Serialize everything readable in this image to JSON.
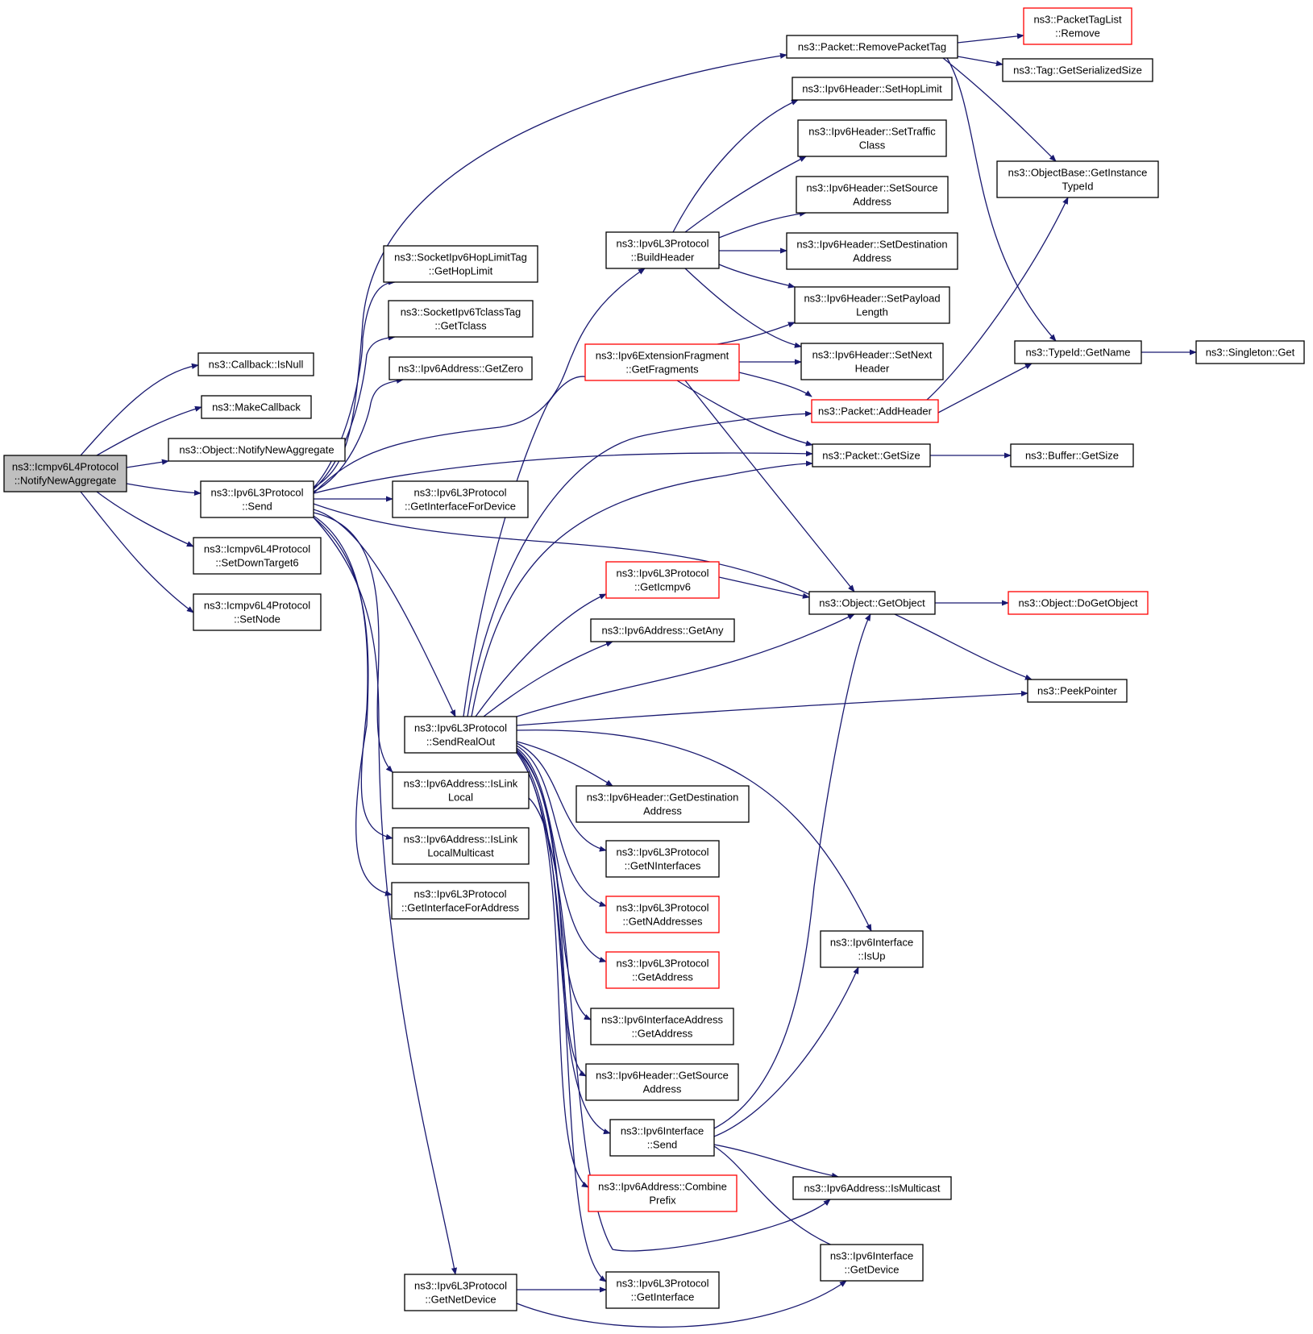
{
  "graph": {
    "colors": {
      "edge": "#191970",
      "box_border": "#000000",
      "truncated_border": "#ff0000",
      "root_fill": "#bfbfbf",
      "background": "#ffffff"
    },
    "nodes": [
      {
        "id": "root",
        "lines": [
          "ns3::Icmpv6L4Protocol",
          "::NotifyNewAggregate"
        ],
        "style": "root"
      },
      {
        "id": "cb_isnull",
        "lines": [
          "ns3::Callback::IsNull"
        ]
      },
      {
        "id": "makecallback",
        "lines": [
          "ns3::MakeCallback"
        ]
      },
      {
        "id": "obj_notify",
        "lines": [
          "ns3::Object::NotifyNewAggregate"
        ]
      },
      {
        "id": "l3_send",
        "lines": [
          "ns3::Ipv6L3Protocol",
          "::Send"
        ]
      },
      {
        "id": "icmp_setdown",
        "lines": [
          "ns3::Icmpv6L4Protocol",
          "::SetDownTarget6"
        ]
      },
      {
        "id": "icmp_setnode",
        "lines": [
          "ns3::Icmpv6L4Protocol",
          "::SetNode"
        ]
      },
      {
        "id": "hoplimittag",
        "lines": [
          "ns3::SocketIpv6HopLimitTag",
          "::GetHopLimit"
        ]
      },
      {
        "id": "tclasstag",
        "lines": [
          "ns3::SocketIpv6TclassTag",
          "::GetTclass"
        ]
      },
      {
        "id": "addr_getzero",
        "lines": [
          "ns3::Ipv6Address::GetZero"
        ]
      },
      {
        "id": "l3_getiffordevice",
        "lines": [
          "ns3::Ipv6L3Protocol",
          "::GetInterfaceForDevice"
        ]
      },
      {
        "id": "l3_sendrealout",
        "lines": [
          "ns3::Ipv6L3Protocol",
          "::SendRealOut"
        ]
      },
      {
        "id": "addr_islinklocal",
        "lines": [
          "ns3::Ipv6Address::IsLink",
          "Local"
        ]
      },
      {
        "id": "addr_islinklocalmc",
        "lines": [
          "ns3::Ipv6Address::IsLink",
          "LocalMulticast"
        ]
      },
      {
        "id": "l3_getifforaddr",
        "lines": [
          "ns3::Ipv6L3Protocol",
          "::GetInterfaceForAddress"
        ]
      },
      {
        "id": "l3_getnetdevice",
        "lines": [
          "ns3::Ipv6L3Protocol",
          "::GetNetDevice"
        ]
      },
      {
        "id": "pkt_removetag",
        "lines": [
          "ns3::Packet::RemovePacketTag"
        ]
      },
      {
        "id": "l3_buildheader",
        "lines": [
          "ns3::Ipv6L3Protocol",
          "::BuildHeader"
        ]
      },
      {
        "id": "extfrag_getfragments",
        "lines": [
          "ns3::Ipv6ExtensionFragment",
          "::GetFragments"
        ],
        "style": "red"
      },
      {
        "id": "l3_geticmpv6",
        "lines": [
          "ns3::Ipv6L3Protocol",
          "::GetIcmpv6"
        ],
        "style": "red"
      },
      {
        "id": "addr_getany",
        "lines": [
          "ns3::Ipv6Address::GetAny"
        ]
      },
      {
        "id": "hdr_getdest",
        "lines": [
          "ns3::Ipv6Header::GetDestination",
          "Address"
        ]
      },
      {
        "id": "l3_getninterfaces",
        "lines": [
          "ns3::Ipv6L3Protocol",
          "::GetNInterfaces"
        ]
      },
      {
        "id": "l3_getnaddresses",
        "lines": [
          "ns3::Ipv6L3Protocol",
          "::GetNAddresses"
        ],
        "style": "red"
      },
      {
        "id": "l3_getaddress",
        "lines": [
          "ns3::Ipv6L3Protocol",
          "::GetAddress"
        ],
        "style": "red"
      },
      {
        "id": "ifaddr_getaddress",
        "lines": [
          "ns3::Ipv6InterfaceAddress",
          "::GetAddress"
        ]
      },
      {
        "id": "hdr_getsource",
        "lines": [
          "ns3::Ipv6Header::GetSource",
          "Address"
        ]
      },
      {
        "id": "iface_send",
        "lines": [
          "ns3::Ipv6Interface",
          "::Send"
        ]
      },
      {
        "id": "addr_combineprefix",
        "lines": [
          "ns3::Ipv6Address::Combine",
          "Prefix"
        ],
        "style": "red"
      },
      {
        "id": "l3_getinterface",
        "lines": [
          "ns3::Ipv6L3Protocol",
          "::GetInterface"
        ]
      },
      {
        "id": "hdr_sethoplimit",
        "lines": [
          "ns3::Ipv6Header::SetHopLimit"
        ]
      },
      {
        "id": "hdr_settraffic",
        "lines": [
          "ns3::Ipv6Header::SetTraffic",
          "Class"
        ]
      },
      {
        "id": "hdr_setsource",
        "lines": [
          "ns3::Ipv6Header::SetSource",
          "Address"
        ]
      },
      {
        "id": "hdr_setdest",
        "lines": [
          "ns3::Ipv6Header::SetDestination",
          "Address"
        ]
      },
      {
        "id": "hdr_setpayload",
        "lines": [
          "ns3::Ipv6Header::SetPayload",
          "Length"
        ]
      },
      {
        "id": "hdr_setnext",
        "lines": [
          "ns3::Ipv6Header::SetNext",
          "Header"
        ]
      },
      {
        "id": "pkt_addheader",
        "lines": [
          "ns3::Packet::AddHeader"
        ],
        "style": "red"
      },
      {
        "id": "pkt_getsize",
        "lines": [
          "ns3::Packet::GetSize"
        ]
      },
      {
        "id": "obj_getobject",
        "lines": [
          "ns3::Object::GetObject"
        ]
      },
      {
        "id": "iface_isup",
        "lines": [
          "ns3::Ipv6Interface",
          "::IsUp"
        ]
      },
      {
        "id": "addr_ismulticast",
        "lines": [
          "ns3::Ipv6Address::IsMulticast"
        ]
      },
      {
        "id": "iface_getdevice",
        "lines": [
          "ns3::Ipv6Interface",
          "::GetDevice"
        ]
      },
      {
        "id": "taglist_remove",
        "lines": [
          "ns3::PacketTagList",
          "::Remove"
        ],
        "style": "red"
      },
      {
        "id": "tag_getserializedsize",
        "lines": [
          "ns3::Tag::GetSerializedSize"
        ]
      },
      {
        "id": "objbase_getinstancetypeid",
        "lines": [
          "ns3::ObjectBase::GetInstance",
          "TypeId"
        ]
      },
      {
        "id": "typeid_getname",
        "lines": [
          "ns3::TypeId::GetName"
        ]
      },
      {
        "id": "buffer_getsize",
        "lines": [
          "ns3::Buffer::GetSize"
        ]
      },
      {
        "id": "obj_dogetobject",
        "lines": [
          "ns3::Object::DoGetObject"
        ],
        "style": "red"
      },
      {
        "id": "peekpointer",
        "lines": [
          "ns3::PeekPointer"
        ]
      },
      {
        "id": "singleton_get",
        "lines": [
          "ns3::Singleton::Get"
        ]
      }
    ]
  }
}
